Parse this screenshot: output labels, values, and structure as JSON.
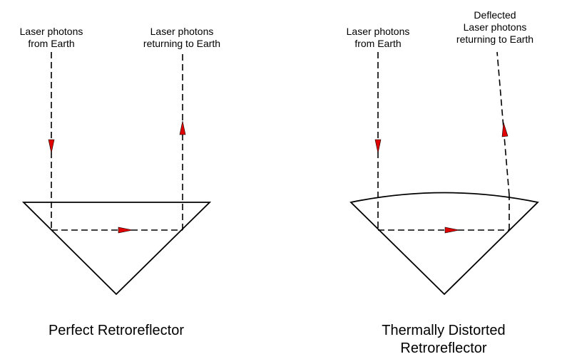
{
  "left_panel": {
    "incoming_label_1": "Laser photons",
    "incoming_label_2": "from Earth",
    "returning_label_1": "Laser photons",
    "returning_label_2": "returning to Earth",
    "caption": "Perfect Retroreflector"
  },
  "right_panel": {
    "incoming_label_1": "Laser photons",
    "incoming_label_2": "from Earth",
    "returning_label_0": "Deflected",
    "returning_label_1": "Laser photons",
    "returning_label_2": "returning to Earth",
    "caption_1": "Thermally Distorted",
    "caption_2": "Retroreflector"
  },
  "colors": {
    "line": "#000000",
    "arrow": "#e00000"
  }
}
